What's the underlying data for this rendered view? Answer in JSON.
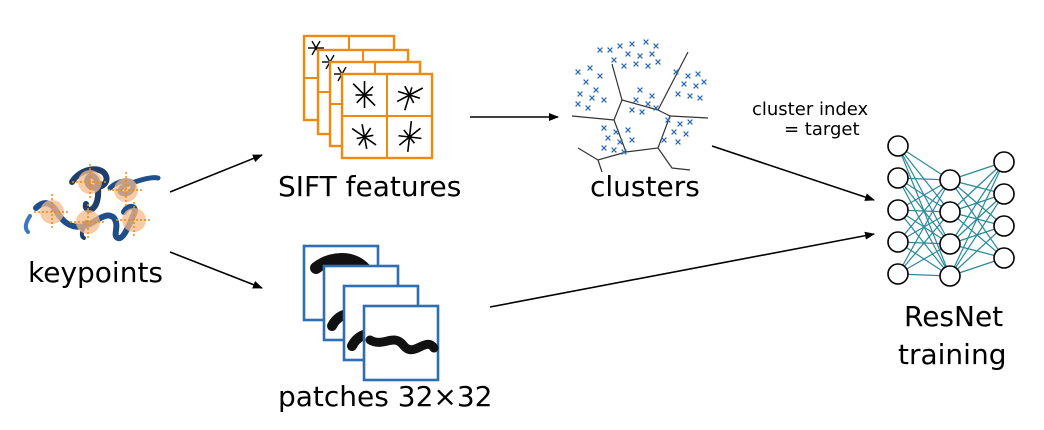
{
  "labels": {
    "keypoints": "keypoints",
    "sift": "SIFT features",
    "clusters": "clusters",
    "patches": "patches 32×32",
    "resnet_line1": "ResNet",
    "resnet_line2": "training",
    "target_line1": "cluster index",
    "target_line2": "= target"
  },
  "colors": {
    "sift_frame": "#f0890f",
    "patch_frame": "#2f6db4",
    "cluster_marker": "#2f6db4",
    "network_edge": "#2a8a9a",
    "keypoint_fill": "#f5b98a",
    "keypoint_line": "#f0890f",
    "ink_blue": "#1f4f8a"
  },
  "network": {
    "layer_sizes": [
      5,
      4,
      4
    ]
  }
}
